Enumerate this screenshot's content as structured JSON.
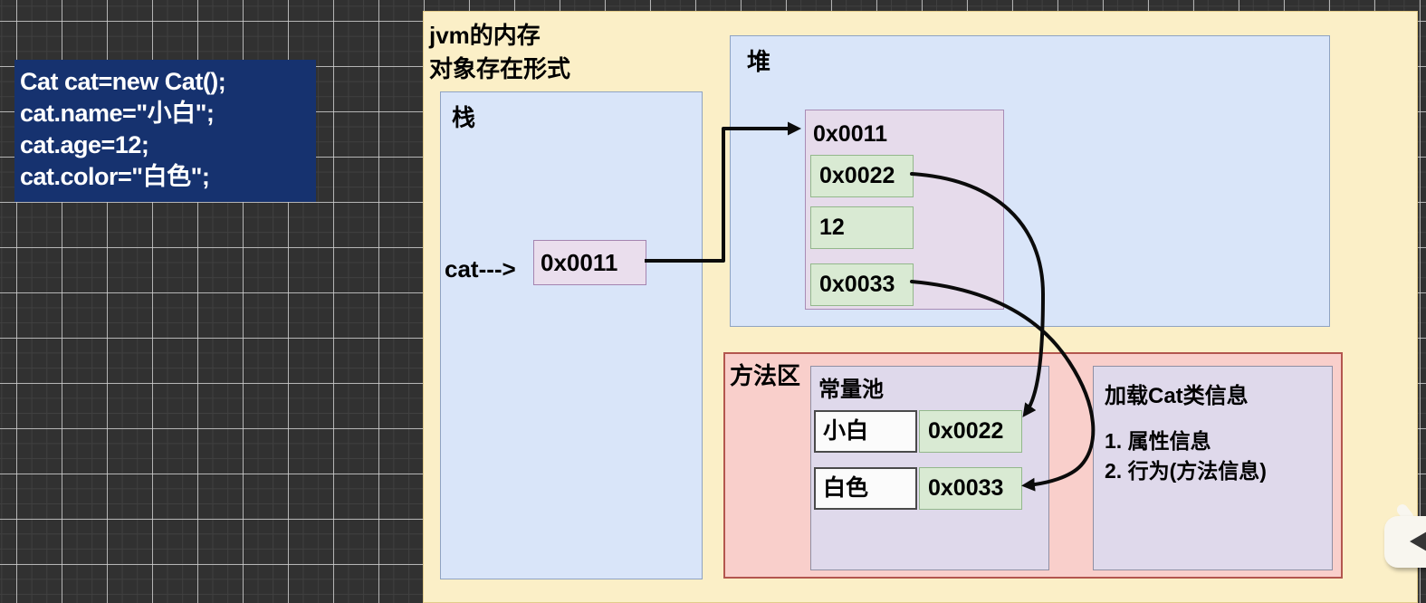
{
  "code_snippet": {
    "lines": [
      "Cat cat=new Cat();",
      "cat.name=\"小白\";",
      "cat.age=12;",
      "cat.color=\"白色\";"
    ]
  },
  "diagram": {
    "title_line1": "jvm的内存",
    "title_line2": "对象存在形式",
    "stack": {
      "label": "栈",
      "pointer_label": "cat--->",
      "ref_value": "0x0011"
    },
    "heap": {
      "label": "堆",
      "object": {
        "address": "0x0011",
        "fields": [
          "0x0022",
          "12",
          "0x0033"
        ]
      }
    },
    "method_area": {
      "label": "方法区",
      "constant_pool": {
        "label": "常量池",
        "entries": [
          {
            "value": "小白",
            "address": "0x0022"
          },
          {
            "value": "白色",
            "address": "0x0033"
          }
        ]
      },
      "class_info": {
        "title": "加载Cat类信息",
        "items": [
          "1. 属性信息",
          "2. 行为(方法信息)"
        ]
      }
    }
  },
  "icons": {
    "player_icon": "tv-play-icon"
  },
  "colors": {
    "grid_background": "#313131",
    "panel_background": "#FBEFC7",
    "code_background": "#16326F",
    "code_text": "#FFFFFF",
    "blue_region": "#D9E5F9",
    "purple_box": "#E6DBEB",
    "green_box": "#D9EAD3",
    "pink_region": "#F9CFCB",
    "pink_border": "#B3564E",
    "lavender_box": "#DFD9EB",
    "white_box": "#FBFBFB",
    "arrow": "#0B0B0B"
  }
}
